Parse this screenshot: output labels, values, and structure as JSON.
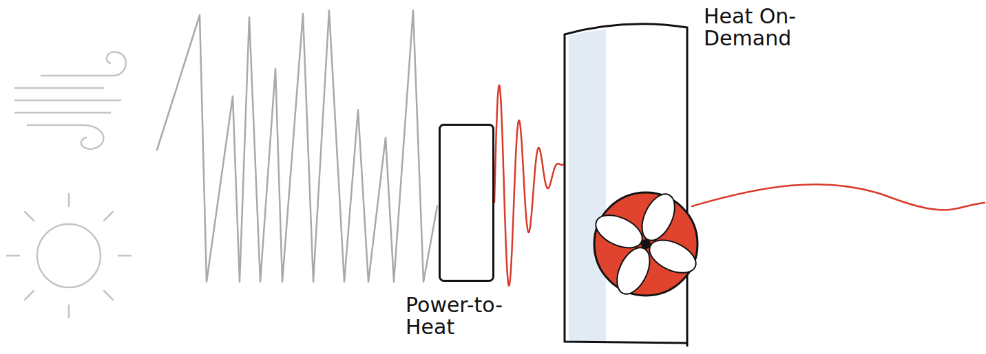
{
  "diagram": {
    "nodes": [
      {
        "text": [
          "Power-to- Heat"
        ]
      },
      {
        "text": [
          "Heat On-Demand"
        ]
      }
    ],
    "edges": [
      {
        "from": 0,
        "to": 1,
        "arrow": "none"
      }
    ]
  }
}
